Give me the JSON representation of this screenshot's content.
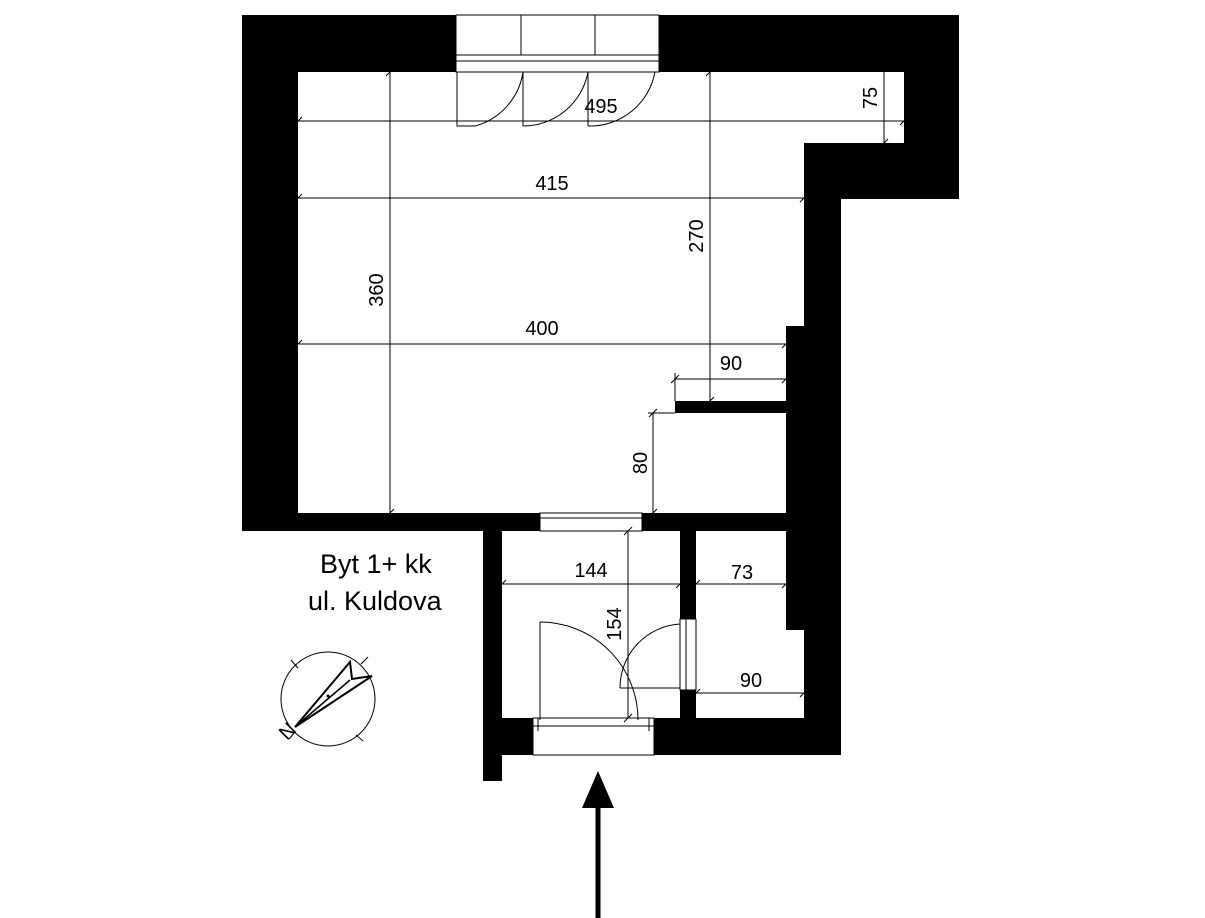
{
  "title_line1": "Byt 1+ kk",
  "title_line2": "ul. Kuldova",
  "compass": {
    "letter": "N"
  },
  "dimensions": {
    "d495": "495",
    "d75": "75",
    "d415": "415",
    "d270": "270",
    "d360": "360",
    "d400": "400",
    "d90_upper": "90",
    "d80": "80",
    "d144": "144",
    "d73": "73",
    "d154": "154",
    "d90_lower": "90"
  },
  "entrance": {
    "icon": "arrow-up-icon"
  }
}
